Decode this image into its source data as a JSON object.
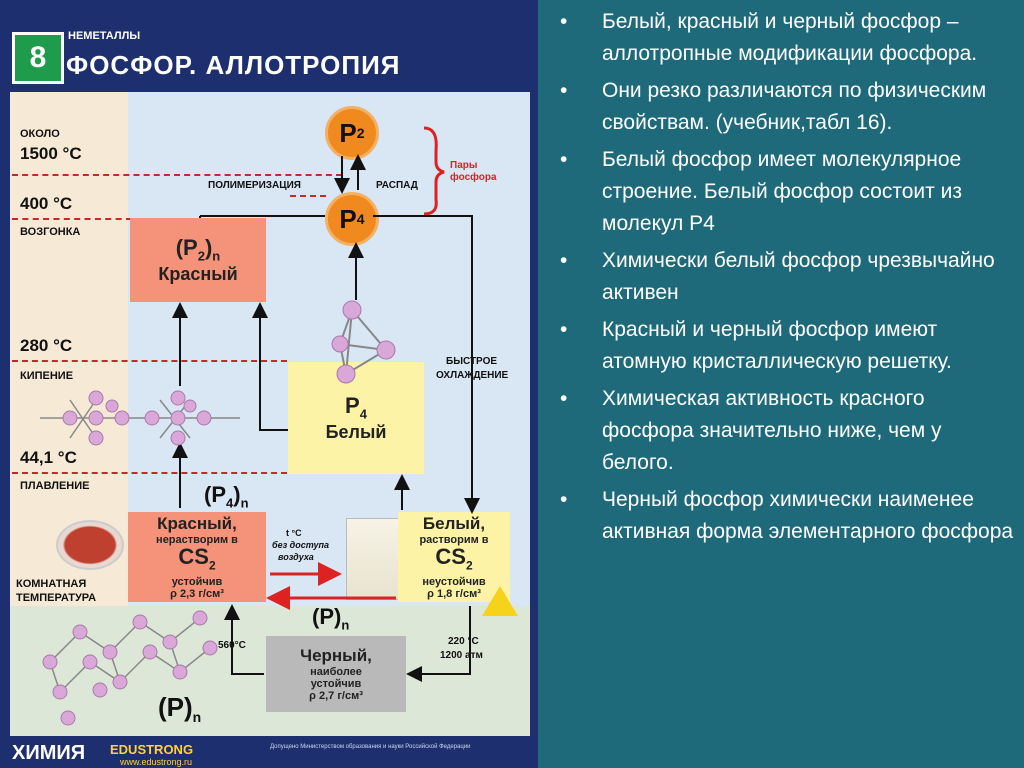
{
  "poster": {
    "number": "8",
    "category": "НЕМЕТАЛЛЫ",
    "title": "ФОСФОР. АЛЛОТРОПИЯ",
    "temperatures": {
      "t1500": "около\n1500 °C",
      "t1500_a": "ОКОЛО",
      "t1500_b": "1500 °C",
      "t400": "400 °C",
      "t400_label": "ВОЗГОНКА",
      "t280": "280 °C",
      "t280_label": "КИПЕНИЕ",
      "t44": "44,1 °C",
      "t44_label": "ПЛАВЛЕНИЕ",
      "room_label_a": "КОМНАТНАЯ",
      "room_label_b": "ТЕМПЕРАТУРА"
    },
    "labels": {
      "polymerization": "ПОЛИМЕРИЗАЦИЯ",
      "decay": "РАСПАД",
      "vapor_a": "Пары",
      "vapor_b": "фосфора",
      "fast_cooling_a": "БЫСТРОЕ",
      "fast_cooling_b": "ОХЛАЖДЕНИЕ",
      "no_air_a": "t °C",
      "no_air_b": "без доступа",
      "no_air_c": "воздуха",
      "t560": "560°C",
      "t220_a": "220 °C",
      "t220_b": "1200 атм"
    },
    "p2": "P",
    "p4": "P",
    "p2_sub": "2",
    "p4_sub": "4",
    "red_formula": "(P2)n",
    "red_formula_base": "(P",
    "red_formula_sub": "2",
    "red_formula_end": ")",
    "red_formula_n": "n",
    "red_name": "Красный",
    "white_formula": "P",
    "white_formula_sub": "4",
    "white_name": "Белый",
    "p4n": "(P",
    "p4n_sub": "4",
    "p4n_end": ")",
    "p4n_n": "n",
    "pn": "(P)",
    "pn_n": "n",
    "pn2": "(P)",
    "pn2_n": "n",
    "red_box": {
      "title": "Красный,",
      "line1": "нерастворим в",
      "cs": "CS",
      "cs_sub": "2",
      "line2": "устойчив",
      "density": "ρ 2,3 г/см³"
    },
    "white_box": {
      "title": "Белый,",
      "line1": "растворим в",
      "cs": "CS",
      "cs_sub": "2",
      "line2": "неустойчив",
      "density": "ρ 1,8 г/см³"
    },
    "black_box": {
      "title": "Черный,",
      "line1": "наиболее",
      "line2": "устойчив",
      "density": "ρ 2,7 г/см³"
    },
    "footer": {
      "brand": "ХИМИЯ",
      "logo": "EDUSTRONG",
      "url": "www.edustrong.ru",
      "fine_print": "Допущено Министерством образования и науки Российской Федерации"
    }
  },
  "bullets": [
    "Белый, красный и черный фосфор – аллотропные модификации фосфора.",
    "Они резко различаются по физическим свойствам. (учебник,табл 16).",
    "Белый фосфор имеет молекулярное строение. Белый фосфор состоит из молекул Р4",
    "Химически белый фосфор чрезвычайно активен",
    "Красный и черный фосфор имеют атомную кристаллическую решетку.",
    "Химическая активность красного фосфора значительно ниже, чем у белого.",
    "Черный фосфор химически наименее активная форма элементарного фосфора"
  ],
  "bullet_symbol": "•",
  "colors": {
    "slide_bg": "#1e6a7a",
    "poster_navy": "#1d2f6e",
    "orange": "#f08a1e",
    "red_box": "#f4937a",
    "yellow_box": "#fcf3a6",
    "gray_box": "#b9b9b9",
    "accent_red": "#d22"
  }
}
